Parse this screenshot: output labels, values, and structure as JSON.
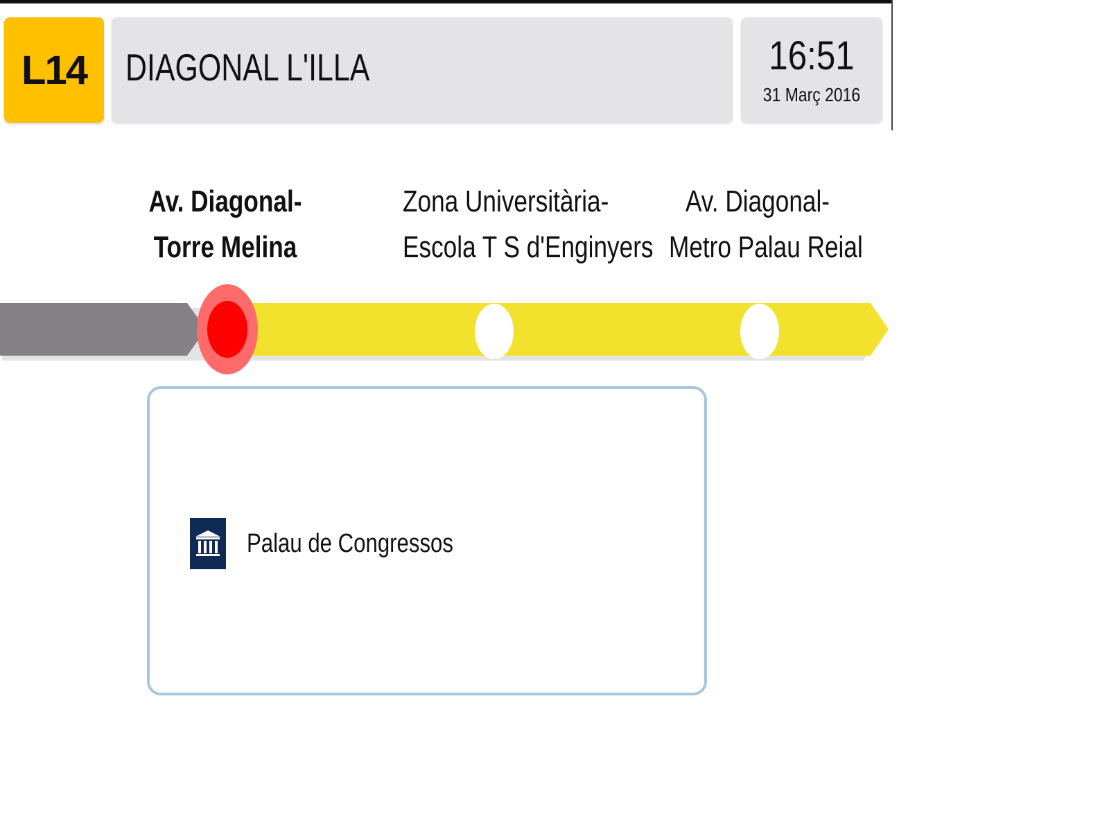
{
  "line": {
    "code": "L14",
    "color": "#ffc000"
  },
  "header": {
    "current_stop": "DIAGONAL L'ILLA"
  },
  "clock": {
    "time": "16:51",
    "date": "31 Març 2016"
  },
  "stops": [
    {
      "line1": "Av. Diagonal-",
      "line2": "Torre Melina",
      "status": "current"
    },
    {
      "line1": "Zona Universitària-",
      "line2": "Escola T S d'Enginyers",
      "status": "upcoming"
    },
    {
      "line1": "Av. Diagonal-",
      "line2": "Metro Palau Reial",
      "status": "upcoming"
    }
  ],
  "route_colors": {
    "passed": "#858085",
    "upcoming": "#f2e22d",
    "current_marker": "#ff0000",
    "upcoming_marker": "#ffffff"
  },
  "points_of_interest": [
    {
      "icon": "museum-icon",
      "label": "Palau de Congressos"
    }
  ]
}
